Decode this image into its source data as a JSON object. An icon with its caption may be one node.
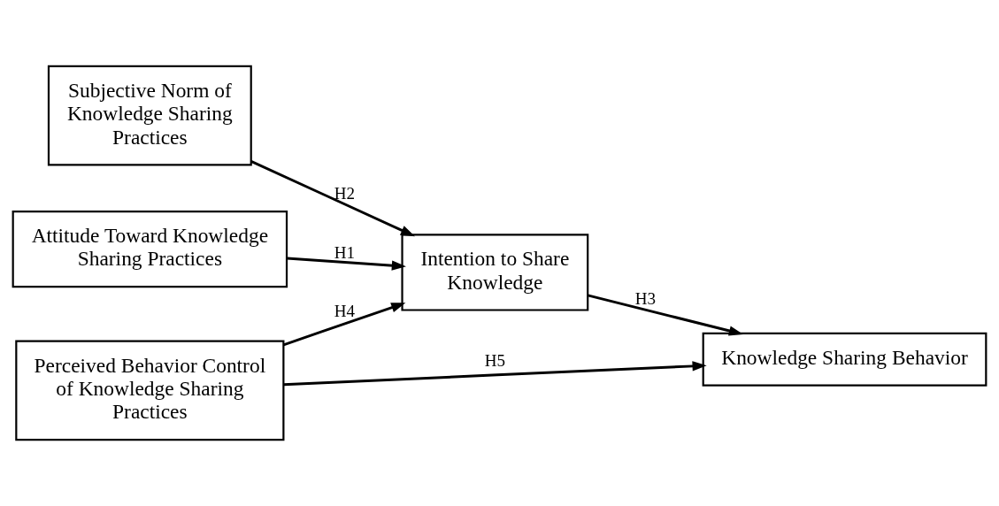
{
  "diagram": {
    "nodes": [
      {
        "text": [
          "Attitude Toward Knowledge Sharing Practices"
        ]
      },
      {
        "text": [
          "Subjective Norm of Knowledge Sharing Practices"
        ]
      },
      {
        "text": [
          "Perceived Behavior Control of Knowledge Sharing Practices"
        ]
      },
      {
        "text": [
          "Intention to Share Knowledge"
        ]
      },
      {
        "text": [
          "Knowledge Sharing Behavior"
        ]
      }
    ],
    "edges": [
      {
        "from": 0,
        "to": 3,
        "arrow": "to",
        "label": "H1"
      },
      {
        "from": 1,
        "to": 3,
        "arrow": "to",
        "label": "H2"
      },
      {
        "from": 3,
        "to": 4,
        "arrow": "to",
        "label": "H3"
      },
      {
        "from": 2,
        "to": 3,
        "arrow": "to",
        "label": "H4"
      },
      {
        "from": 2,
        "to": 4,
        "arrow": "to",
        "label": "H5"
      }
    ]
  }
}
